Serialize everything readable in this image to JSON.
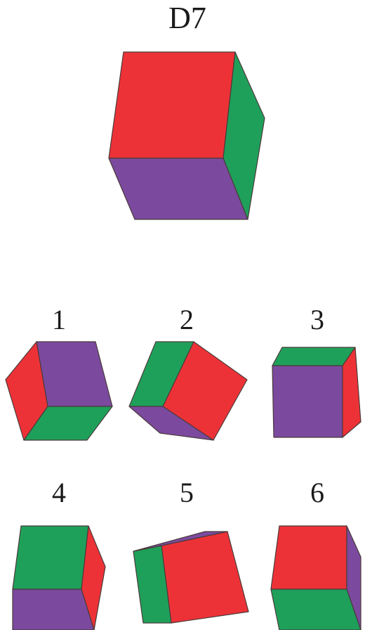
{
  "title": "D7",
  "colors": {
    "red": "#ED3237",
    "green": "#1FA05A",
    "purple": "#7B4A9E"
  },
  "reference_cube": {
    "faces": [
      "red",
      "green",
      "purple"
    ]
  },
  "options": [
    {
      "label": "1",
      "faces": [
        "purple",
        "red",
        "green"
      ]
    },
    {
      "label": "2",
      "faces": [
        "red",
        "green",
        "purple"
      ]
    },
    {
      "label": "3",
      "faces": [
        "purple",
        "green",
        "red"
      ]
    },
    {
      "label": "4",
      "faces": [
        "green",
        "red",
        "purple"
      ]
    },
    {
      "label": "5",
      "faces": [
        "red",
        "green",
        "purple"
      ]
    },
    {
      "label": "6",
      "faces": [
        "red",
        "purple",
        "green"
      ]
    }
  ]
}
